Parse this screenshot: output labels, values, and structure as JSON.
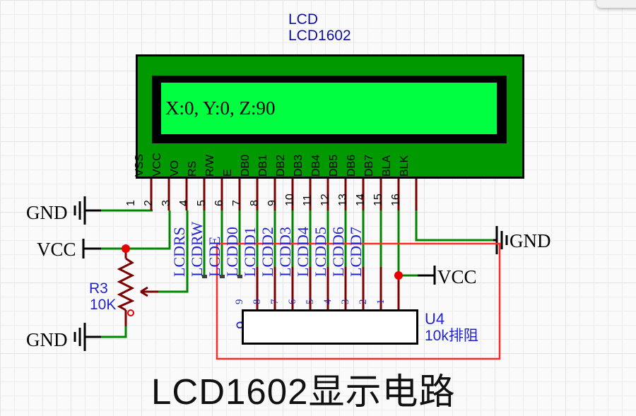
{
  "schematic": {
    "lcd": {
      "ref": "LCD",
      "value": "LCD1602",
      "screen_text": "X:0, Y:0, Z:90",
      "pins": [
        {
          "num": "1",
          "name": "VSS"
        },
        {
          "num": "2",
          "name": "VCC"
        },
        {
          "num": "3",
          "name": "VO"
        },
        {
          "num": "4",
          "name": "RS"
        },
        {
          "num": "5",
          "name": "R/W"
        },
        {
          "num": "6",
          "name": "E"
        },
        {
          "num": "7",
          "name": "DB0"
        },
        {
          "num": "8",
          "name": "DB1"
        },
        {
          "num": "9",
          "name": "DB2"
        },
        {
          "num": "10",
          "name": "DB3"
        },
        {
          "num": "11",
          "name": "DB4"
        },
        {
          "num": "12",
          "name": "DB5"
        },
        {
          "num": "13",
          "name": "DB6"
        },
        {
          "num": "14",
          "name": "DB7"
        },
        {
          "num": "15",
          "name": "BLA"
        },
        {
          "num": "16",
          "name": "BLK"
        }
      ]
    },
    "net_labels": [
      "LCDRS",
      "LCDRW",
      "LCDE",
      "LCDD0",
      "LCDD1",
      "LCDD2",
      "LCDD3",
      "LCDD4",
      "LCDD5",
      "LCDD6",
      "LCDD7"
    ],
    "r3": {
      "ref": "R3",
      "value": "10K"
    },
    "u4": {
      "ref": "U4",
      "value": "10k排阻",
      "pin_numbers": [
        "9",
        "8",
        "7",
        "6",
        "5",
        "4",
        "3",
        "2",
        "1"
      ]
    },
    "power": {
      "gnd_top_left": "GND",
      "vcc_left": "VCC",
      "gnd_bottom_left": "GND",
      "gnd_right": "GND",
      "vcc_right": "VCC"
    },
    "caption": "LCD1602显示电路",
    "colors": {
      "wire": "#008700",
      "pin_stub": "#7c0000",
      "net_label_blue": "#2222cc",
      "lcd_body_green": "#009a00",
      "lcd_screen_green": "#00fe41",
      "junction_red": "#e60000",
      "highlight_box_red": "#ff2a2a",
      "part_title_navy": "#0f0f9f"
    }
  }
}
